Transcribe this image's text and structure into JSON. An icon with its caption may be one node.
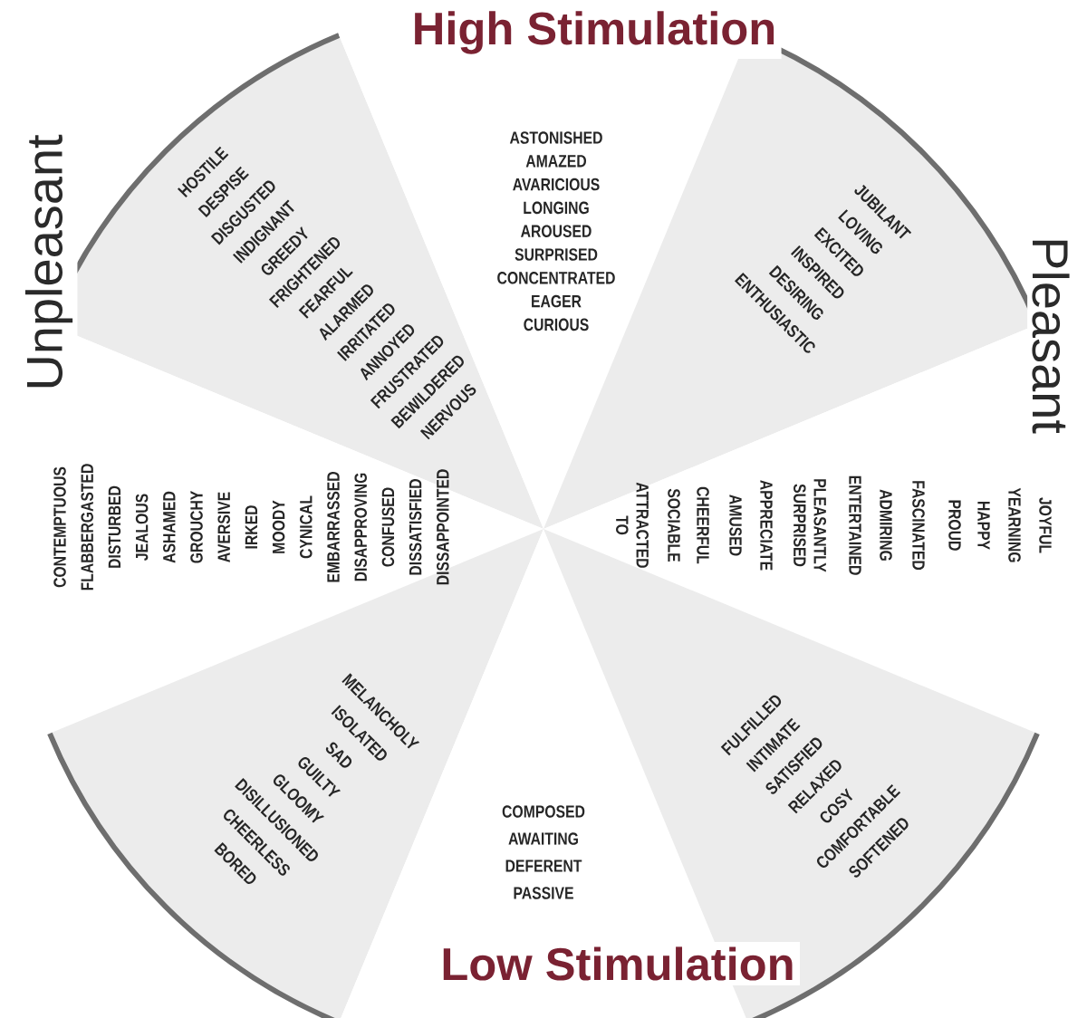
{
  "diagram": {
    "nodes": [
      {
        "text": [
          "HOSTILE",
          "DESPISE",
          "DISGUSTED",
          "INDIGNANT",
          "GREEDY",
          "FRIGHTENED",
          "FEARFUL",
          "ALARMED",
          "IRRITATED",
          "ANNOYED",
          "FRUSTRATED",
          "BEWILDERED",
          "NERVOUS"
        ]
      },
      {
        "text": [
          "ASTONISHED",
          "AMAZED",
          "AVARICIOUS",
          "LONGING",
          "AROUSED",
          "SURPRISED",
          "CONCENTRATED",
          "EAGER",
          "CURIOUS"
        ]
      },
      {
        "text": [
          "JUBILANT",
          "LOVING",
          "EXCITED",
          "INSPIRED",
          "DESIRING",
          "ENTHUSIASTIC"
        ]
      },
      {
        "text": [
          "CONTEMPTUOUS",
          "FLABBERGASTED",
          "DISTURBED",
          "JEALOUS",
          "ASHAMED",
          "GROUCHY",
          "AVERSIVE",
          "IRKED",
          "MOODY",
          "CYNICAL",
          "EMBARRASSED",
          "DISAPPROVING",
          "CONFUSED",
          "DISSATISFIED",
          "DISSAPPOINTED"
        ]
      },
      {
        "text": [
          "JOYFUL",
          "YEARNING",
          "HAPPY",
          "PROUD",
          "FASCINATED",
          "ADMIRING",
          "ENTERTAINED",
          "PLEASANTLY SURPRISED",
          "APPRECIATE",
          "AMUSED",
          "CHEERFUL",
          "SOCIABLE",
          "ATTRACTED TO"
        ]
      },
      {
        "text": [
          "MELANCHOLY",
          "ISOLATED",
          "SAD",
          "GUILTY",
          "GLOOMY",
          "DISILLUSIONED",
          "CHEERLESS",
          "BORED"
        ]
      },
      {
        "text": [
          "COMPOSED",
          "AWAITING",
          "DEFERENT",
          "PASSIVE"
        ]
      },
      {
        "text": [
          "FULFILLED",
          "INTIMATE",
          "SATISFIED",
          "RELAXED",
          "COSY",
          "COMFORTABLE",
          "SOFTENED"
        ]
      }
    ],
    "labels": [
      "High Stimulation",
      "Unpleasant",
      "Pleasant",
      "Low Stimulation"
    ]
  }
}
